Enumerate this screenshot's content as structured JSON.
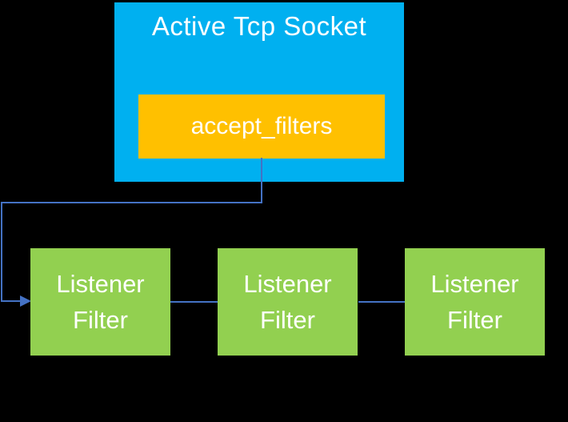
{
  "diagram": {
    "background_color": "#000000",
    "connector_color": "#4472C4",
    "socket_box": {
      "label": "Active Tcp Socket",
      "fill_color": "#00B0F0",
      "text_color": "#FFFFFF"
    },
    "accept_filters_box": {
      "label": "accept_filters",
      "fill_color": "#FFC000",
      "text_color": "#FFFFFF"
    },
    "listener_filter_boxes": [
      {
        "label": "Listener\nFilter",
        "fill_color": "#92D050",
        "text_color": "#FFFFFF"
      },
      {
        "label": "Listener\nFilter",
        "fill_color": "#92D050",
        "text_color": "#FFFFFF"
      },
      {
        "label": "Listener\nFilter",
        "fill_color": "#92D050",
        "text_color": "#FFFFFF"
      }
    ],
    "connections": [
      {
        "from": "accept_filters_box",
        "to": "listener-filter-1",
        "type": "elbow-arrow"
      },
      {
        "from": "listener-filter-1",
        "to": "listener-filter-2",
        "type": "line"
      },
      {
        "from": "listener-filter-2",
        "to": "listener-filter-3",
        "type": "line"
      }
    ]
  }
}
